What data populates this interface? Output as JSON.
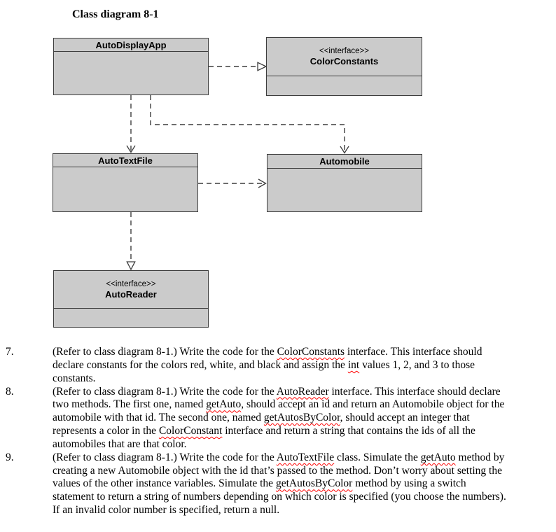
{
  "title": "Class diagram 8-1",
  "colors": {
    "box_fill": "#cbcbcb",
    "box_border": "#3d3d3d",
    "line_color": "#3d3d3d",
    "squiggle": "#ff0000"
  },
  "diagram": {
    "boxes": [
      {
        "id": "autodisplayapp",
        "stereotype": "",
        "name": "AutoDisplayApp"
      },
      {
        "id": "colorconstants",
        "stereotype": "<<interface>>",
        "name": "ColorConstants"
      },
      {
        "id": "autotextfile",
        "stereotype": "",
        "name": "AutoTextFile"
      },
      {
        "id": "automobile",
        "stereotype": "",
        "name": "Automobile"
      },
      {
        "id": "autoreader",
        "stereotype": "<<interface>>",
        "name": "AutoReader"
      }
    ],
    "relationships": [
      {
        "from": "AutoDisplayApp",
        "to": "ColorConstants",
        "type": "realization",
        "style": "dashed-hollow-triangle"
      },
      {
        "from": "AutoDisplayApp",
        "to": "AutoTextFile",
        "type": "dependency",
        "style": "dashed-open-arrow"
      },
      {
        "from": "AutoDisplayApp",
        "to": "Automobile",
        "type": "dependency",
        "style": "dashed-open-arrow"
      },
      {
        "from": "AutoTextFile",
        "to": "Automobile",
        "type": "dependency",
        "style": "dashed-open-arrow"
      },
      {
        "from": "AutoTextFile",
        "to": "AutoReader",
        "type": "realization",
        "style": "dashed-hollow-triangle"
      }
    ]
  },
  "items": [
    {
      "number": "7.",
      "lines": [
        [
          {
            "text": "(Refer to class diagram 8-1.) Write the code for the "
          },
          {
            "text": "ColorConstants",
            "misspelled": true
          },
          {
            "text": " interface. This interface should"
          }
        ],
        [
          {
            "text": "declare constants for the colors red, white, and black and assign the "
          },
          {
            "text": "int",
            "misspelled": true
          },
          {
            "text": " values 1, 2, and 3 to those"
          }
        ],
        [
          {
            "text": "constants."
          }
        ]
      ]
    },
    {
      "number": "8.",
      "lines": [
        [
          {
            "text": "(Refer to class diagram 8-1.) Write the code for the "
          },
          {
            "text": "AutoReader",
            "misspelled": true
          },
          {
            "text": " interface. This interface should declare"
          }
        ],
        [
          {
            "text": "two methods. The first one, named "
          },
          {
            "text": "getAuto",
            "misspelled": true
          },
          {
            "text": ", should accept an id and return an Automobile object for the"
          }
        ],
        [
          {
            "text": "automobile with that id. The second one, named "
          },
          {
            "text": "getAutosByColor",
            "misspelled": true
          },
          {
            "text": ", should accept an integer that"
          }
        ],
        [
          {
            "text": "represents a color in the "
          },
          {
            "text": "ColorConstant",
            "misspelled": true
          },
          {
            "text": " interface and return a string that contains the ids of all the"
          }
        ],
        [
          {
            "text": "automobiles that are that color."
          }
        ]
      ]
    },
    {
      "number": "9.",
      "lines": [
        [
          {
            "text": "(Refer to class diagram 8-1.) Write the code for the "
          },
          {
            "text": "AutoTextFile",
            "misspelled": true
          },
          {
            "text": " class. Simulate the "
          },
          {
            "text": "getAuto",
            "misspelled": true
          },
          {
            "text": " method by"
          }
        ],
        [
          {
            "text": "creating a new Automobile object with the id that’s passed to the method. Don’t worry about setting the"
          }
        ],
        [
          {
            "text": "values of the other instance variables. Simulate the "
          },
          {
            "text": "getAutosByColor",
            "misspelled": true
          },
          {
            "text": " method by using a switch"
          }
        ],
        [
          {
            "text": "statement to return a string of numbers depending on which color is specified (you choose the numbers)."
          }
        ],
        [
          {
            "text": "If an invalid color number is specified, return a null."
          }
        ]
      ]
    }
  ]
}
